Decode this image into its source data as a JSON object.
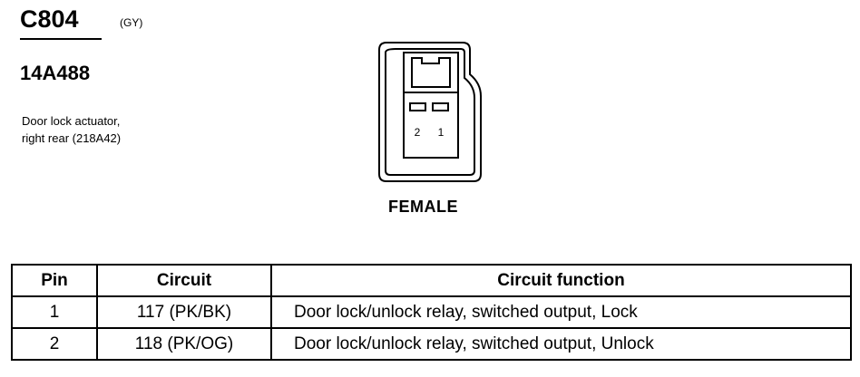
{
  "connector": {
    "id": "C804",
    "color_code": "(GY)",
    "part_number": "14A488",
    "description_lines": [
      "Door lock actuator,",
      "right rear (218A42)"
    ],
    "gender": "FEMALE",
    "pin_labels": [
      "2",
      "1"
    ]
  },
  "table": {
    "headers": [
      "Pin",
      "Circuit",
      "Circuit function"
    ],
    "rows": [
      {
        "pin": "1",
        "circuit": "117 (PK/BK)",
        "function": "Door lock/unlock relay, switched output, Lock"
      },
      {
        "pin": "2",
        "circuit": "118 (PK/OG)",
        "function": "Door lock/unlock relay, switched output, Unlock"
      }
    ]
  }
}
